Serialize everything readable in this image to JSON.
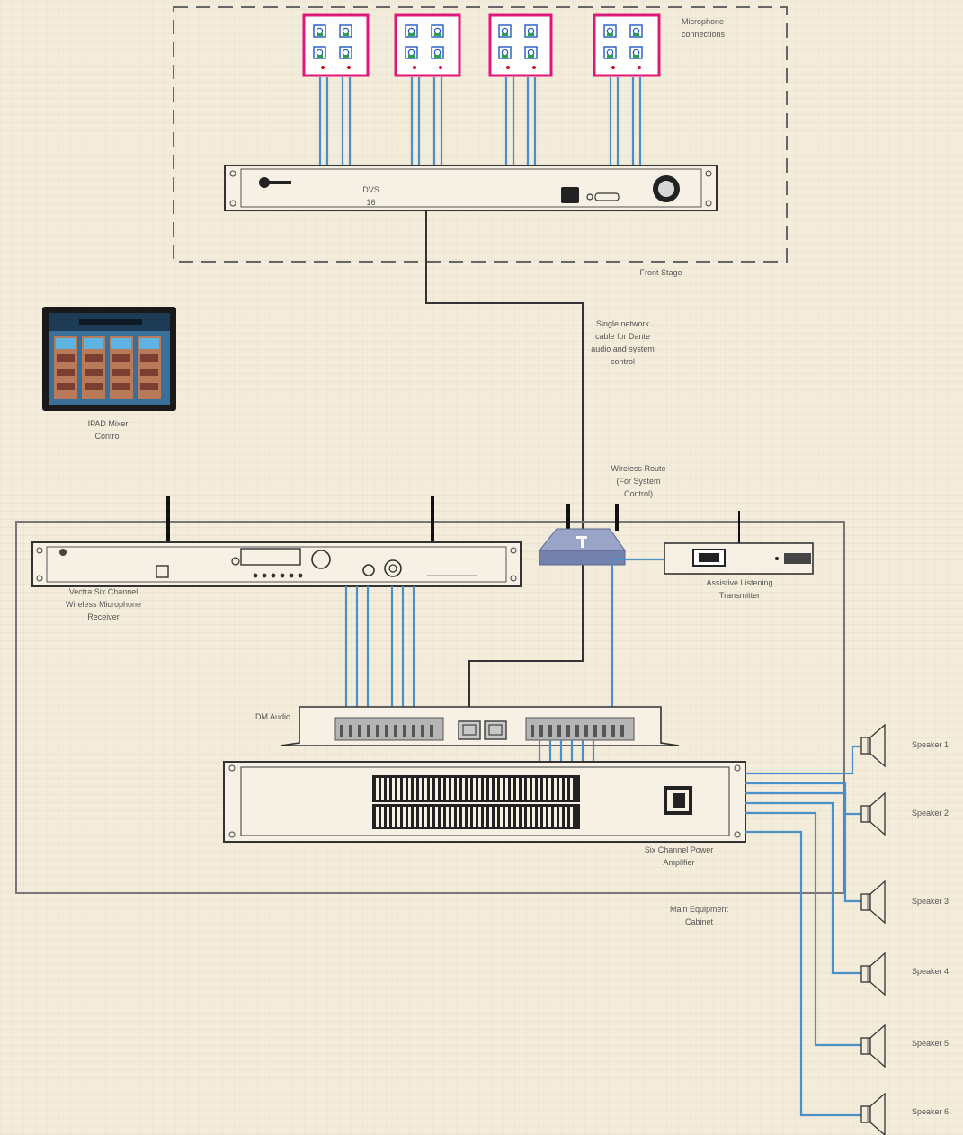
{
  "labels": {
    "microphone_connections": "Microphone\nconnections",
    "stagebox": "DVS\n16",
    "front_stage": "Front Stage",
    "network_cable": "Single network\ncable for Dante\naudio and system\ncontrol",
    "ipad": "IPAD Mixer\nControl",
    "wireless_router": "Wireless Route\n(For System\nControl)",
    "wireless_receiver": "Vectra Six Channel\nWireless Microphone\nReceiver",
    "assistive_listening": "Assistive Listening\nTransmitter",
    "dsp_unit": "DM Audio",
    "power_amp": "Six Channel Power\nAmplifier",
    "cabinet": "Main Equipment\nCabinet",
    "speaker_1": "Speaker 1",
    "speaker_2": "Speaker 2",
    "speaker_3": "Speaker 3",
    "speaker_4": "Speaker 4",
    "speaker_5": "Speaker 5",
    "speaker_6": "Speaker 6"
  },
  "colors": {
    "background": "#f3ecdb",
    "cable_blue": "#4a8fc8",
    "mic_box_border": "#e0177a",
    "mic_box_fill": "#ffffff",
    "mic_icon": "#1f57c7",
    "network_cable": "#333333",
    "equipment_outline": "#333333",
    "router": "#8390b8"
  },
  "icons": {
    "mic_socket": "xlr-socket-icon",
    "speaker": "speaker-icon",
    "antenna": "antenna-icon",
    "tablet": "ipad-tablet-icon",
    "router": "wireless-router-icon"
  }
}
